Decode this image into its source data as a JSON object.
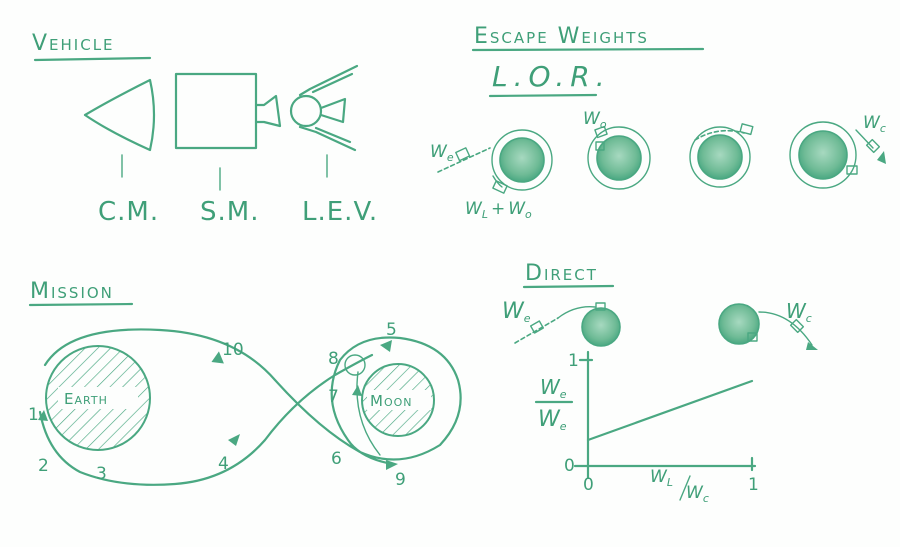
{
  "vehicle": {
    "title": "Vehicle",
    "labels": [
      "C.M.",
      "S.M.",
      "L.E.V."
    ]
  },
  "escape": {
    "title": "Escape Weights",
    "subtitle": "L.O.R.",
    "we": "W",
    "we_sub": "e",
    "wl": "W",
    "wl_sub": "L",
    "plus": "+",
    "wo": "W",
    "wo_sub": "o",
    "wo2": "W",
    "wo2_sub": "o",
    "wc": "W",
    "wc_sub": "c"
  },
  "mission": {
    "title": "Mission",
    "earth": "Earth",
    "moon": "Moon",
    "steps": [
      "1",
      "2",
      "3",
      "4",
      "5",
      "6",
      "7",
      "8",
      "9",
      "10"
    ]
  },
  "direct": {
    "title": "Direct",
    "we": "W",
    "we_sub": "e",
    "wc": "W",
    "wc_sub": "c",
    "y_num": "W",
    "y_num_sub": "e",
    "y_den": "W",
    "y_den_sub": "e",
    "y_top": "1",
    "y_bottom": "0",
    "x_left": "0",
    "x_right": "1",
    "x_num": "W",
    "x_num_sub": "L",
    "x_den": "W",
    "x_den_sub": "c"
  },
  "colors": {
    "ink": "#4aa882",
    "moon": "#7dc3a2"
  }
}
